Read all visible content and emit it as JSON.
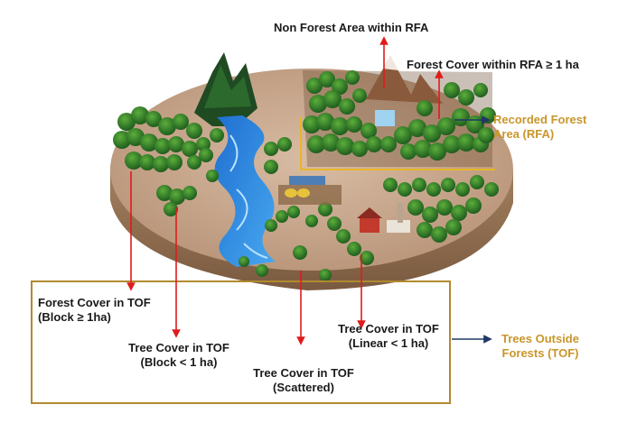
{
  "labels": {
    "non_forest": "Non Forest Area within RFA",
    "forest_cover_rfa": "Forest Cover within RFA ≥ 1 ha",
    "recorded_forest": {
      "line1": "Recorded Forest",
      "line2": "Area (RFA)"
    },
    "forest_cover_tof": {
      "line1": "Forest Cover in TOF",
      "line2": "(Block ≥ 1ha)"
    },
    "tree_block": {
      "line1": "Tree Cover in TOF",
      "line2": "(Block < 1 ha)"
    },
    "tree_scattered": {
      "line1": "Tree Cover in TOF",
      "line2": "(Scattered)"
    },
    "tree_linear": {
      "line1": "Tree Cover in TOF",
      "line2": "(Linear < 1 ha)"
    },
    "tof": {
      "line1": "Trees Outside",
      "line2": "Forests (TOF)"
    }
  },
  "colors": {
    "pointer_arrow": "#e01b1b",
    "callout_arrow": "#1f3864",
    "rfa_border": "#e8b62a",
    "tof_border": "#b08a2e",
    "label_accent": "#c9962a",
    "river": "#2f8fe0",
    "tree": "#2f7d2a",
    "ground": "#c9a68a"
  }
}
